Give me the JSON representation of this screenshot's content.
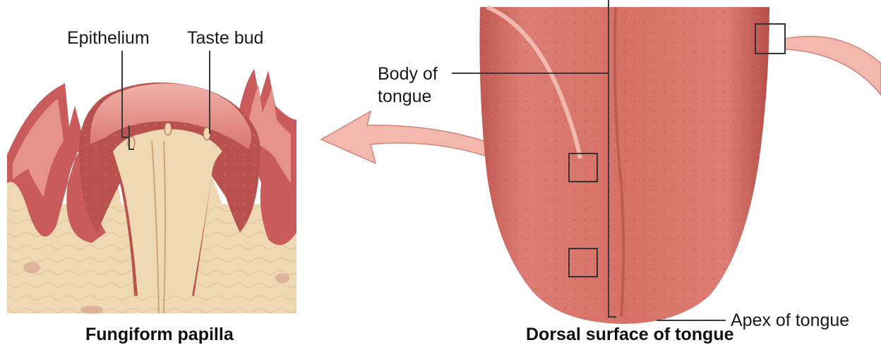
{
  "labels": {
    "epithelium": "Epithelium",
    "taste_bud": "Taste bud",
    "body_of_tongue_line1": "Body of",
    "body_of_tongue_line2": "tongue",
    "apex_of_tongue": "Apex of tongue"
  },
  "captions": {
    "left": "Fungiform papilla",
    "right": "Dorsal surface of tongue"
  },
  "colors": {
    "tongue": "#d9776f",
    "tongue_dark": "#b9514e",
    "mucosa": "#c95b5c",
    "connective": "#efd9b4",
    "arrow": "#f2b8ad",
    "arrow_edge": "#d6847a"
  }
}
